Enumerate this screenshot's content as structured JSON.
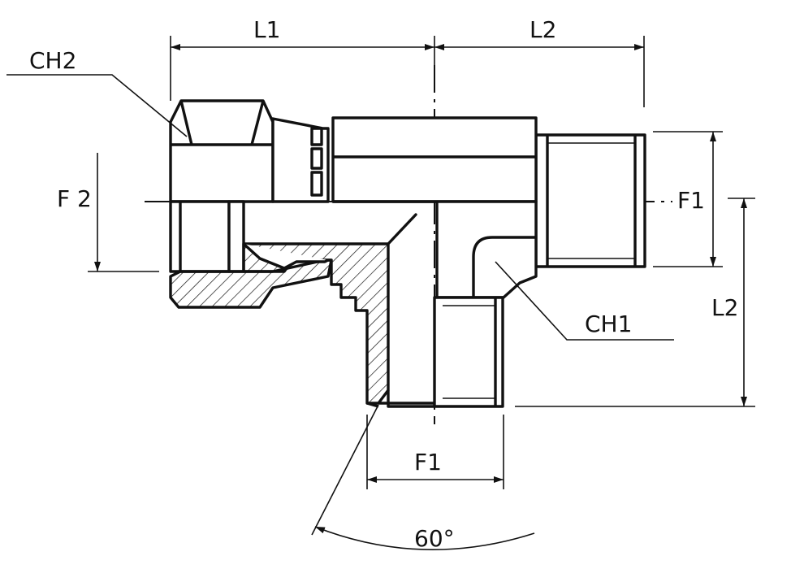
{
  "labels": {
    "l1": "L1",
    "l2_top": "L2",
    "l2_right": "L2",
    "ch2": "CH2",
    "ch1": "CH1",
    "f2": "F 2",
    "f1_right": "F1",
    "f1_bottom": "F1",
    "angle": "60°"
  },
  "colors": {
    "line": "#111111",
    "background": "#ffffff"
  }
}
